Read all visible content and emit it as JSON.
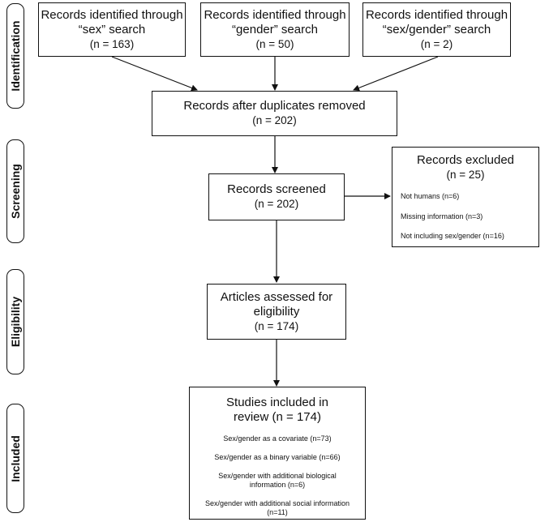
{
  "stages": {
    "identification": "Identification",
    "screening": "Screening",
    "eligibility": "Eligibility",
    "included": "Included"
  },
  "identification": {
    "sex": {
      "line1": "Records identified through",
      "line2": "“sex” search",
      "n": "(n = 163)"
    },
    "gender": {
      "line1": "Records identified through",
      "line2": "“gender” search",
      "n": "(n = 50)"
    },
    "sexgender": {
      "line1": "Records identified through",
      "line2": "“sex/gender” search",
      "n": "(n = 2)"
    }
  },
  "duplicates": {
    "line1": "Records after duplicates removed",
    "n": "(n = 202)"
  },
  "screened": {
    "line1": "Records screened",
    "n": "(n = 202)"
  },
  "excluded": {
    "title": "Records excluded",
    "n": "(n = 25)",
    "items": [
      "Not humans (n=6)",
      "Missing information (n=3)",
      "Not including sex/gender (n=16)"
    ]
  },
  "eligibility": {
    "line1": "Articles assessed for",
    "line2": "eligibility",
    "n": "(n = 174)"
  },
  "included": {
    "line1": "Studies included in",
    "line2": "review (n = 174)",
    "items": [
      "Sex/gender as a covariate (n=73)",
      "Sex/gender as a binary variable (n=66)",
      "Sex/gender with additional biological",
      "information (n=6)",
      "Sex/gender with additional social information",
      "(n=11)"
    ]
  }
}
